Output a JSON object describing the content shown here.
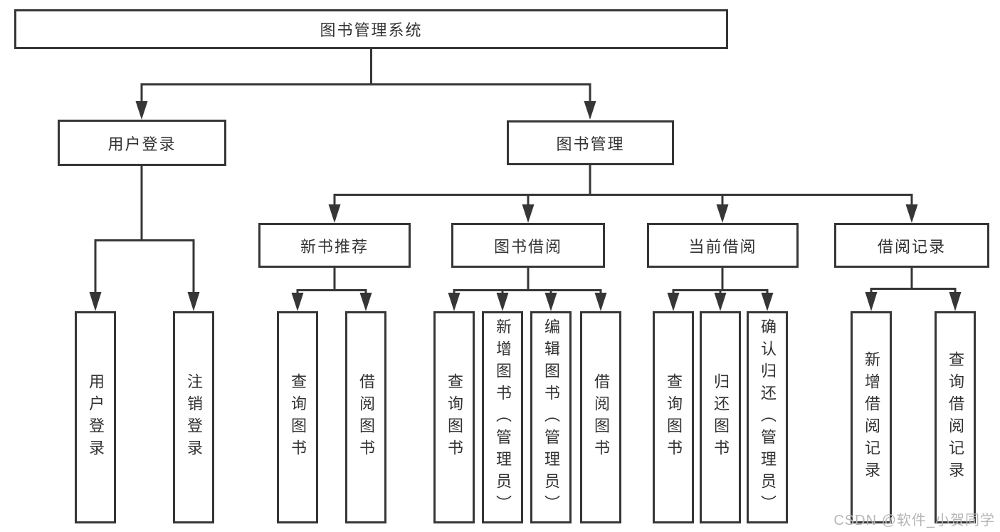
{
  "diagram": {
    "tree": {
      "root": "图书管理系统",
      "branches": [
        {
          "label": "用户登录",
          "children": [
            "用户登录",
            "注销登录"
          ]
        },
        {
          "label": "图书管理",
          "groups": [
            {
              "label": "新书推荐",
              "children": [
                "查询图书",
                "借阅图书"
              ]
            },
            {
              "label": "图书借阅",
              "children": [
                "查询图书",
                "新增图书（管理员）",
                "编辑图书（管理员）",
                "借阅图书"
              ]
            },
            {
              "label": "当前借阅",
              "children": [
                "查询图书",
                "归还图书",
                "确认归还（管理员）"
              ]
            },
            {
              "label": "借阅记录",
              "children": [
                "新增借阅记录",
                "查询借阅记录"
              ]
            }
          ]
        }
      ]
    },
    "watermark": "CSDN @软件_小贺同学",
    "colors": {
      "line": "#363636",
      "text": "#333333",
      "watermark_text": "#b6b6b6",
      "background": "#ffffff"
    }
  }
}
